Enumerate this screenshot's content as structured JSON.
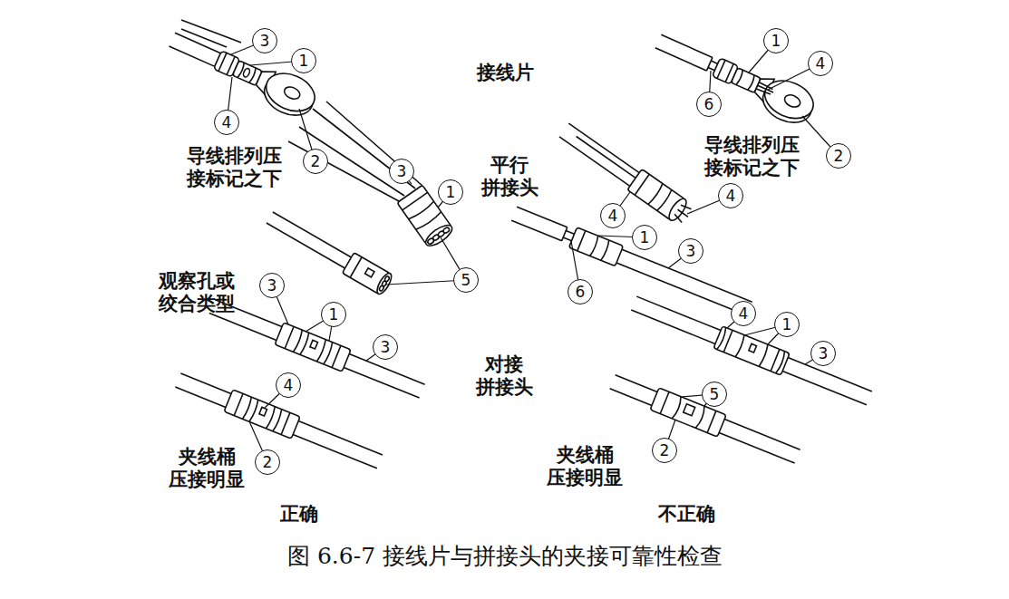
{
  "diagram": {
    "caption": "图 6.6-7 接线片与拼接头的夹接可靠性检查",
    "nodes": [
      {
        "text": [
          "3"
        ]
      },
      {
        "text": [
          "1"
        ]
      },
      {
        "text": [
          "1"
        ]
      },
      {
        "text": [
          "4"
        ]
      },
      {
        "text": [
          "6"
        ]
      },
      {
        "text": [
          "4"
        ]
      },
      {
        "text": [
          "2"
        ]
      },
      {
        "text": [
          "2"
        ]
      },
      {
        "text": [
          "3"
        ]
      },
      {
        "text": [
          "1"
        ]
      },
      {
        "text": [
          "4"
        ]
      },
      {
        "text": [
          "4"
        ]
      },
      {
        "text": [
          "1"
        ]
      },
      {
        "text": [
          "3"
        ]
      },
      {
        "text": [
          "5"
        ]
      },
      {
        "text": [
          "3"
        ]
      },
      {
        "text": [
          "6"
        ]
      },
      {
        "text": [
          "1"
        ]
      },
      {
        "text": [
          "4"
        ]
      },
      {
        "text": [
          "1"
        ]
      },
      {
        "text": [
          "3"
        ]
      },
      {
        "text": [
          "3"
        ]
      },
      {
        "text": [
          "4"
        ]
      },
      {
        "text": [
          "5"
        ]
      },
      {
        "text": [
          "2"
        ]
      },
      {
        "text": [
          "2"
        ]
      }
    ],
    "labels": [
      "接线片",
      "导线排列压 接标记之下",
      "导线排列压 接标记之下",
      "平行 拼接头",
      "观察孔或 绞合类型",
      "对接 拼接头",
      "夹线桶 压接明显",
      "夹线桶 压接明显",
      "正确",
      "不正确"
    ]
  }
}
